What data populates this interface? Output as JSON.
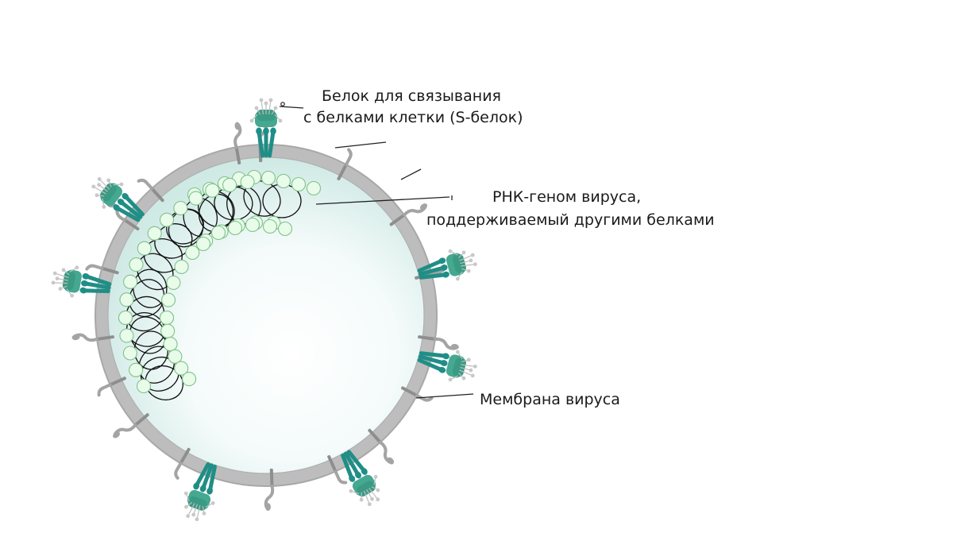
{
  "labels": {
    "spike_line1": "Белок для связывания",
    "spike_line2": "с белками клетки (S-белок)",
    "rna_line1": "РНК-геном вируса,",
    "rna_line2": "поддерживаемый другими белками",
    "membrane": "Мембрана вируса"
  },
  "colors": {
    "membrane": "#bdbdbd",
    "membrane_edge": "#a8a8a8",
    "interior": "#e3f3f0",
    "spike_stalk": "#1f8e86",
    "spike_head": "#45a890",
    "small_protein": "#a4a4a4",
    "rna_bead_fill": "#e9fbe9",
    "rna_bead_stroke": "#7fc28a",
    "leader_line": "#222222"
  },
  "icons": {
    "spike": "spike-protein-icon",
    "small_protein": "membrane-protein-icon",
    "rna": "rna-bead-icon"
  }
}
